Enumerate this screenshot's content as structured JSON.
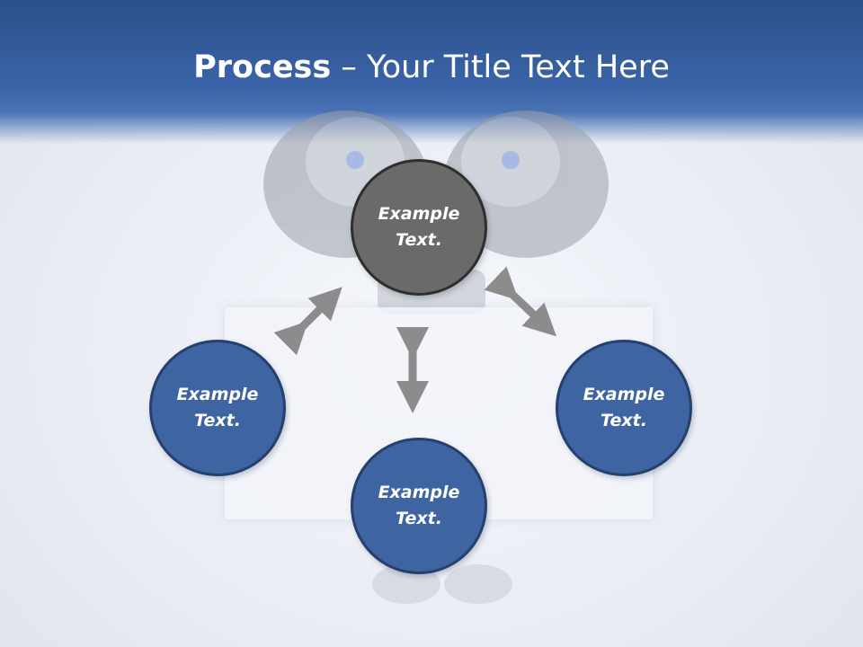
{
  "title": {
    "bold": "Process",
    "rest": " – Your Title Text Here"
  },
  "nodes": [
    {
      "line1": "Example",
      "line2": "Text."
    },
    {
      "line1": "Example",
      "line2": "Text."
    },
    {
      "line1": "Example",
      "line2": "Text."
    },
    {
      "line1": "Example",
      "line2": "Text."
    }
  ],
  "colors": {
    "header": "#3a64a8",
    "node_fill": "#3e64a2",
    "center_fill": "#6a6a6a",
    "arrow": "#8c8c8c"
  }
}
